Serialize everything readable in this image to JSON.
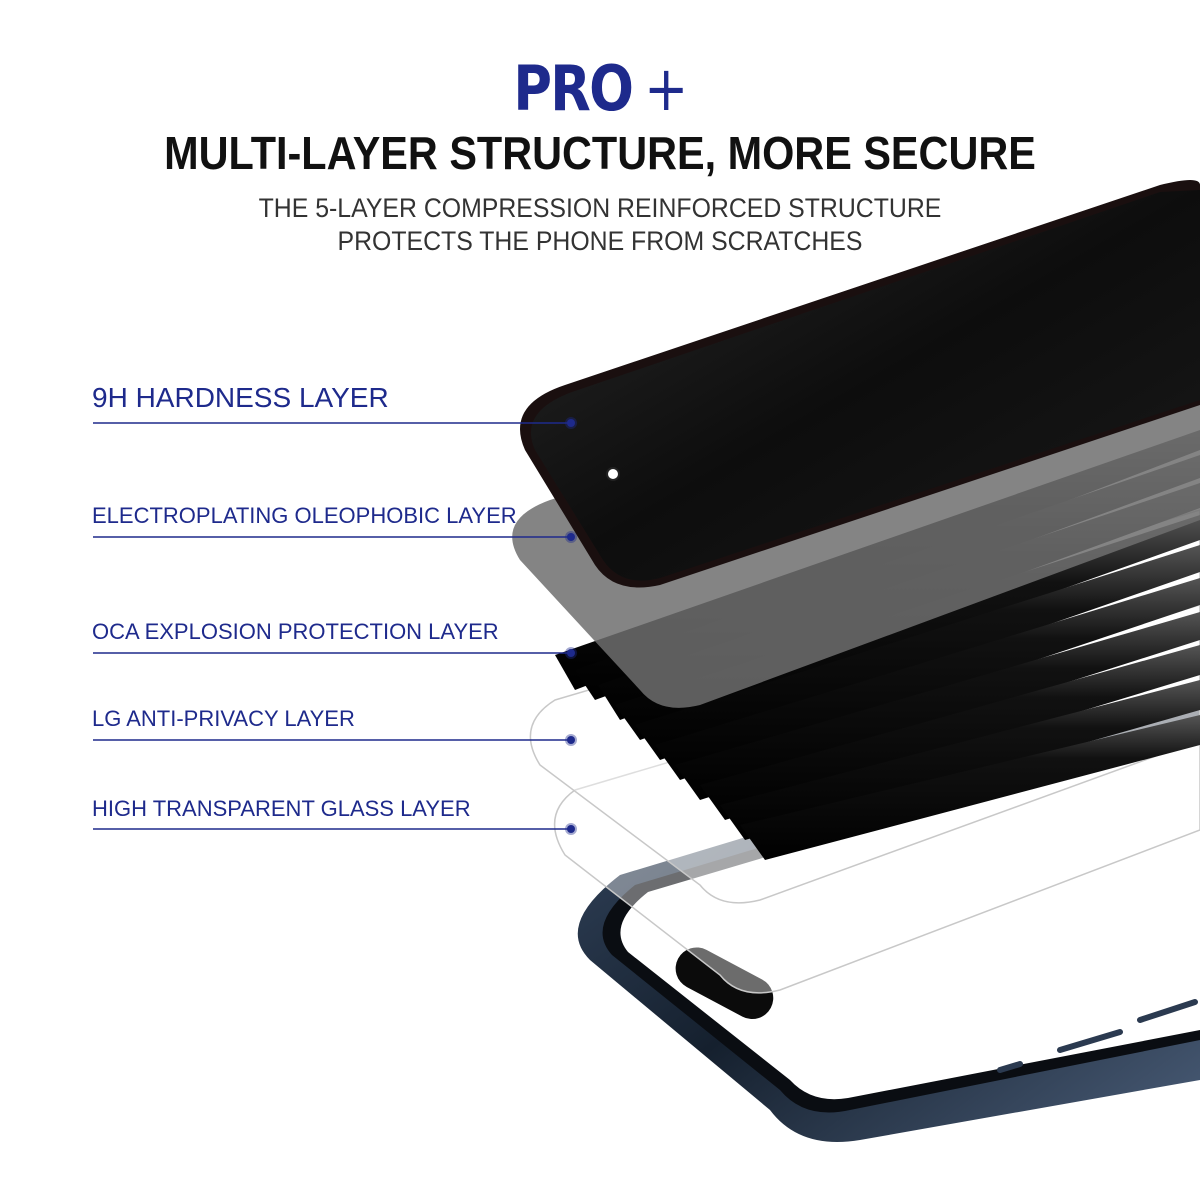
{
  "brand": {
    "name": "PRO",
    "plus": "+"
  },
  "headline": "MULTI-LAYER STRUCTURE, MORE SECURE",
  "subtitle": {
    "line1": "THE 5-LAYER COMPRESSION REINFORCED STRUCTURE",
    "line2": "PROTECTS THE PHONE FROM SCRATCHES"
  },
  "layers": [
    {
      "label": "9H HARDNESS LAYER"
    },
    {
      "label": "ELECTROPLATING OLEOPHOBIC LAYER"
    },
    {
      "label": "OCA EXPLOSION PROTECTION LAYER"
    },
    {
      "label": "LG ANTI-PRIVACY LAYER"
    },
    {
      "label": "HIGH TRANSPARENT GLASS LAYER"
    }
  ],
  "colors": {
    "accent": "#1e2a8c",
    "text": "#111111",
    "frame": "#1c2a3e"
  }
}
